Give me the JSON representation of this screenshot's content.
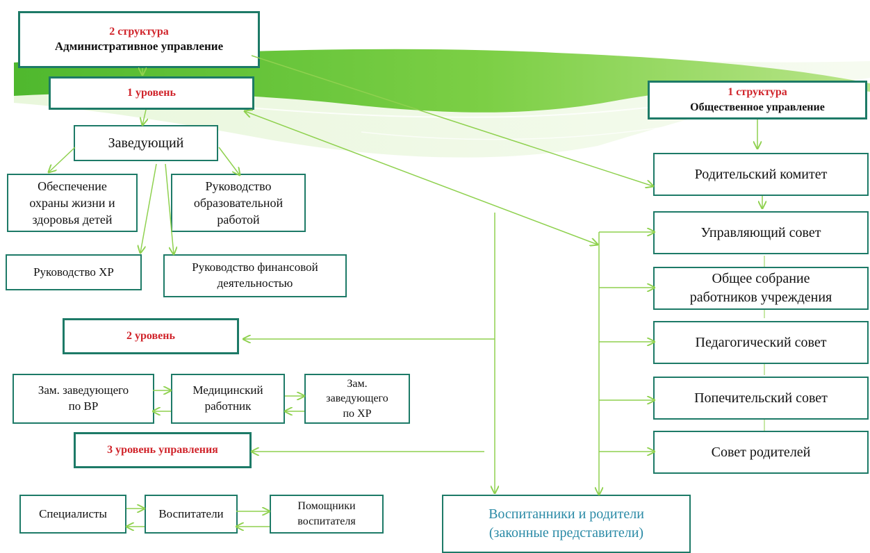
{
  "admin": {
    "title": "2 структура",
    "subtitle": "Административное управление"
  },
  "public": {
    "title": "1 структура",
    "subtitle": "Общественное управление"
  },
  "levels": {
    "l1": "1 уровень",
    "l2": "2 уровень",
    "l3": "3 уровень управления"
  },
  "head": "Заведующий",
  "lvl1_units": {
    "safety": "Обеспечение\nохраны жизни и\nздоровья детей",
    "education": "Руководство\nобразовательной\nработой",
    "household": "Руководство  ХР",
    "finance": "Руководство финансовой\nдеятельностью"
  },
  "lvl2_units": {
    "deputy_vr": "Зам. заведующего\nпо ВР",
    "medical": "Медицинский\nработник",
    "deputy_hr": "Зам.\nзаведующего\nпо ХР"
  },
  "lvl3_units": {
    "specialists": "Специалисты",
    "educators": "Воспитатели",
    "assistants": "Помощники\nвоспитателя"
  },
  "bodies": [
    "Родительский комитет",
    "Управляющий совет",
    "Общее собрание\nработников учреждения",
    "Педагогический совет",
    "Попечительский совет",
    "Совет родителей"
  ],
  "pupils": "Воспитанники и родители\n(законные представители)",
  "colors": {
    "border": "#1d7a67",
    "line": "#8fd14f",
    "accent_red": "#d0232a",
    "teal_text": "#2a8aa6"
  }
}
